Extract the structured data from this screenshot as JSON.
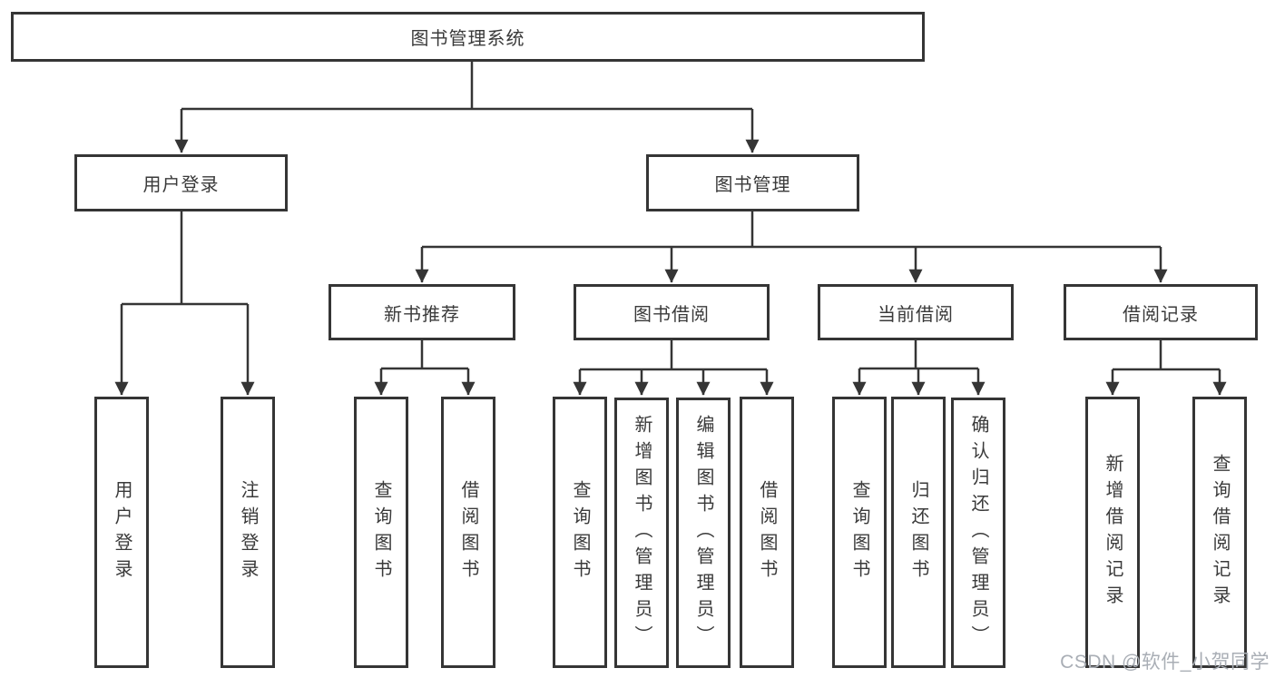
{
  "diagram": {
    "root": {
      "label": "图书管理系统"
    },
    "level2": {
      "user_login": {
        "label": "用户登录"
      },
      "book_management": {
        "label": "图书管理"
      }
    },
    "level3": {
      "new_book_recommend": {
        "label": "新书推荐"
      },
      "book_borrow": {
        "label": "图书借阅"
      },
      "current_borrow": {
        "label": "当前借阅"
      },
      "borrow_records": {
        "label": "借阅记录"
      }
    },
    "leaves": {
      "login_user_login": {
        "label": "用户登录"
      },
      "login_logout": {
        "label": "注销登录"
      },
      "newbook_query_books": {
        "label": "查询图书"
      },
      "newbook_borrow_books": {
        "label": "借阅图书"
      },
      "borrow_query_books": {
        "label": "查询图书"
      },
      "borrow_add_books_admin": {
        "label": "新增图书（管理员）"
      },
      "borrow_edit_books_admin": {
        "label": "编辑图书（管理员）"
      },
      "borrow_borrow_books": {
        "label": "借阅图书"
      },
      "current_query_books": {
        "label": "查询图书"
      },
      "current_return_books": {
        "label": "归还图书"
      },
      "current_confirm_return_admin": {
        "label": "确认归还（管理员）"
      },
      "records_add_record": {
        "label": "新增借阅记录"
      },
      "records_query_record": {
        "label": "查询借阅记录"
      }
    }
  },
  "watermark": {
    "text": "CSDN @软件_小贺同学"
  },
  "colors": {
    "line": "#353535",
    "text": "#3a3a3a",
    "watermark": "#a9aeb5"
  }
}
